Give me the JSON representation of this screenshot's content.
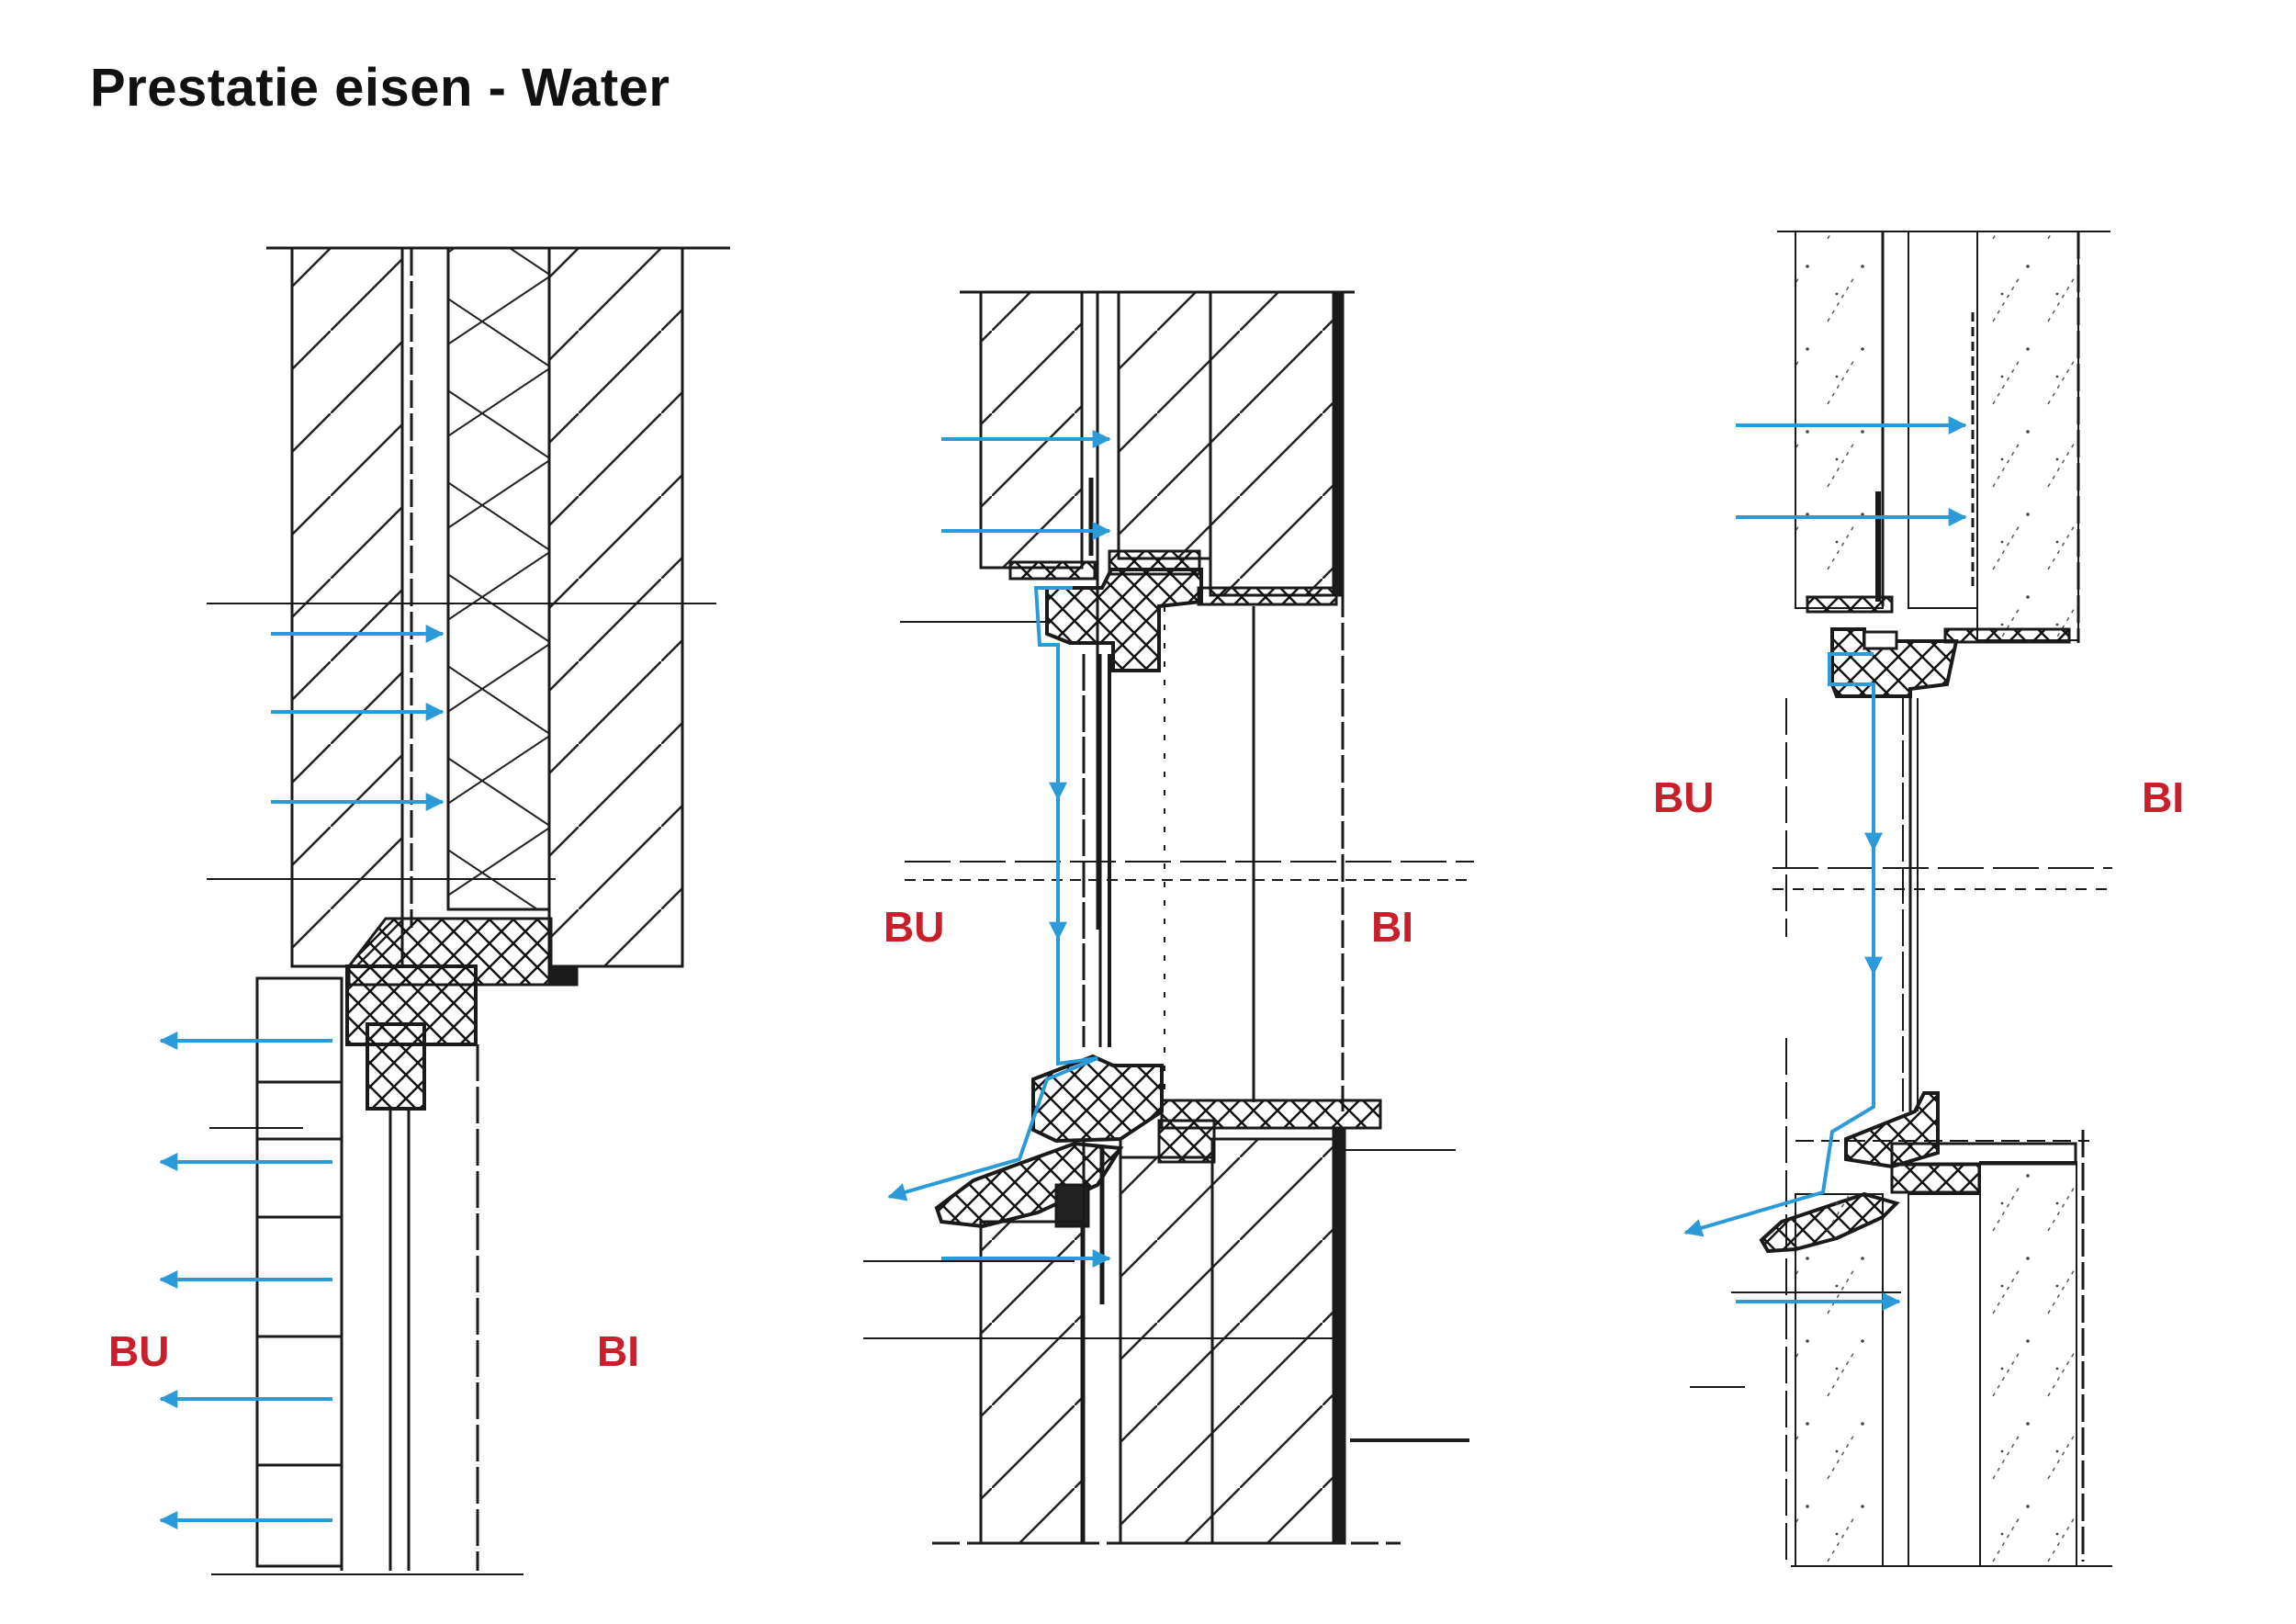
{
  "title": "Prestatie eisen - Water",
  "colors": {
    "label": "#c8202a",
    "arrow": "#2b9ad8",
    "ink": "#1a1a1a"
  },
  "details": [
    {
      "outside_label": "BU",
      "inside_label": "BI"
    },
    {
      "outside_label": "BU",
      "inside_label": "BI"
    },
    {
      "outside_label": "BU",
      "inside_label": "BI"
    }
  ]
}
